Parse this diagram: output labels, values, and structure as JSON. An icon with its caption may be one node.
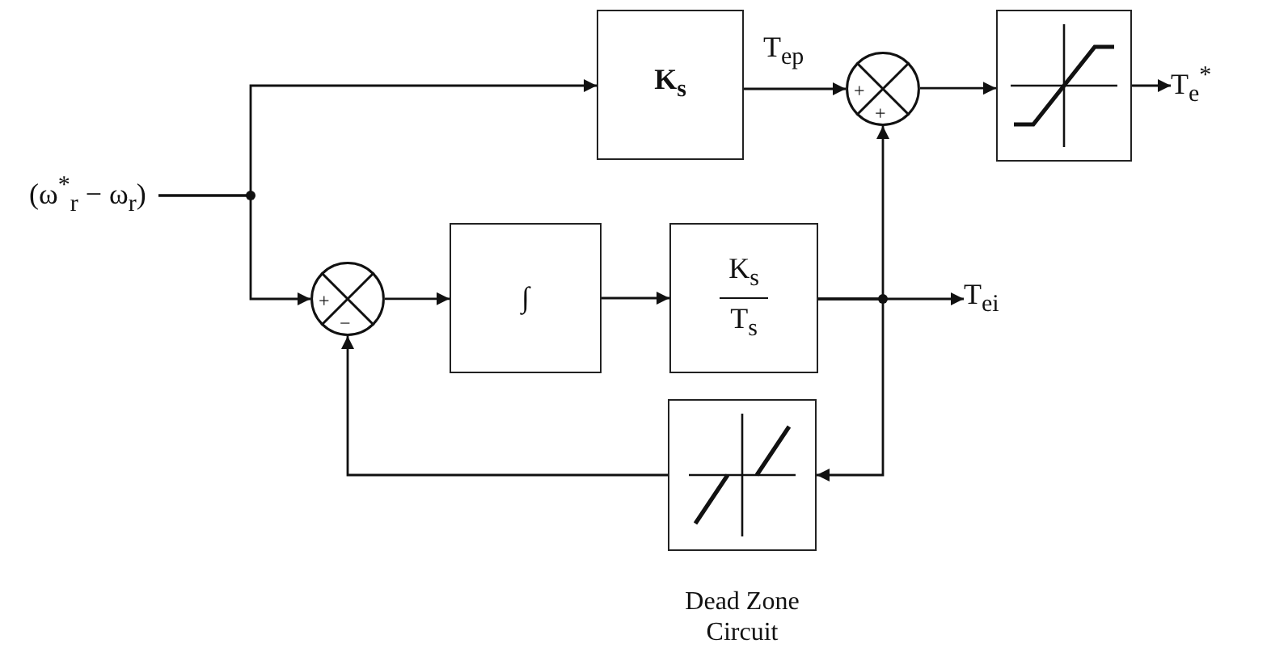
{
  "diagram": {
    "nodes": [
      {
        "text": [
          "(ω$^{*}$$_{r}$ − ω$_{r}$)"
        ]
      },
      {
        "text": [
          "K$_{s}$"
        ]
      },
      {
        "text": [
          "+",
          "+"
        ]
      },
      {
        "text": [],
        "shape": "box"
      },
      {
        "text": [
          "T$_{e}$$^{*}$"
        ]
      },
      {
        "text": [
          "+",
          "−"
        ]
      },
      {
        "text": [
          "∫"
        ]
      },
      {
        "text": [
          "K$_{s}$",
          "T$_{s}$"
        ]
      },
      {
        "text": [
          "T$_{ei}$"
        ]
      },
      {
        "text": [],
        "shape": "box",
        "beside": [
          "Dead Zone Circuit"
        ]
      }
    ],
    "edges": [
      {
        "from": 0,
        "to": 1,
        "arrow": "to"
      },
      {
        "from": 0,
        "to": 5,
        "arrow": "to"
      },
      {
        "from": 1,
        "to": 2,
        "arrow": "to",
        "label": "T$_{ep}$"
      },
      {
        "from": 2,
        "to": 3,
        "arrow": "to"
      },
      {
        "from": 3,
        "to": 4,
        "arrow": "to"
      },
      {
        "from": 5,
        "to": 6,
        "arrow": "to"
      },
      {
        "from": 6,
        "to": 7,
        "arrow": "to"
      },
      {
        "from": 7,
        "to": 2,
        "arrow": "to"
      },
      {
        "from": 7,
        "to": 8,
        "arrow": "to"
      },
      {
        "from": 7,
        "to": 9,
        "arrow": "to"
      },
      {
        "from": 9,
        "to": 5,
        "arrow": "to"
      }
    ]
  }
}
